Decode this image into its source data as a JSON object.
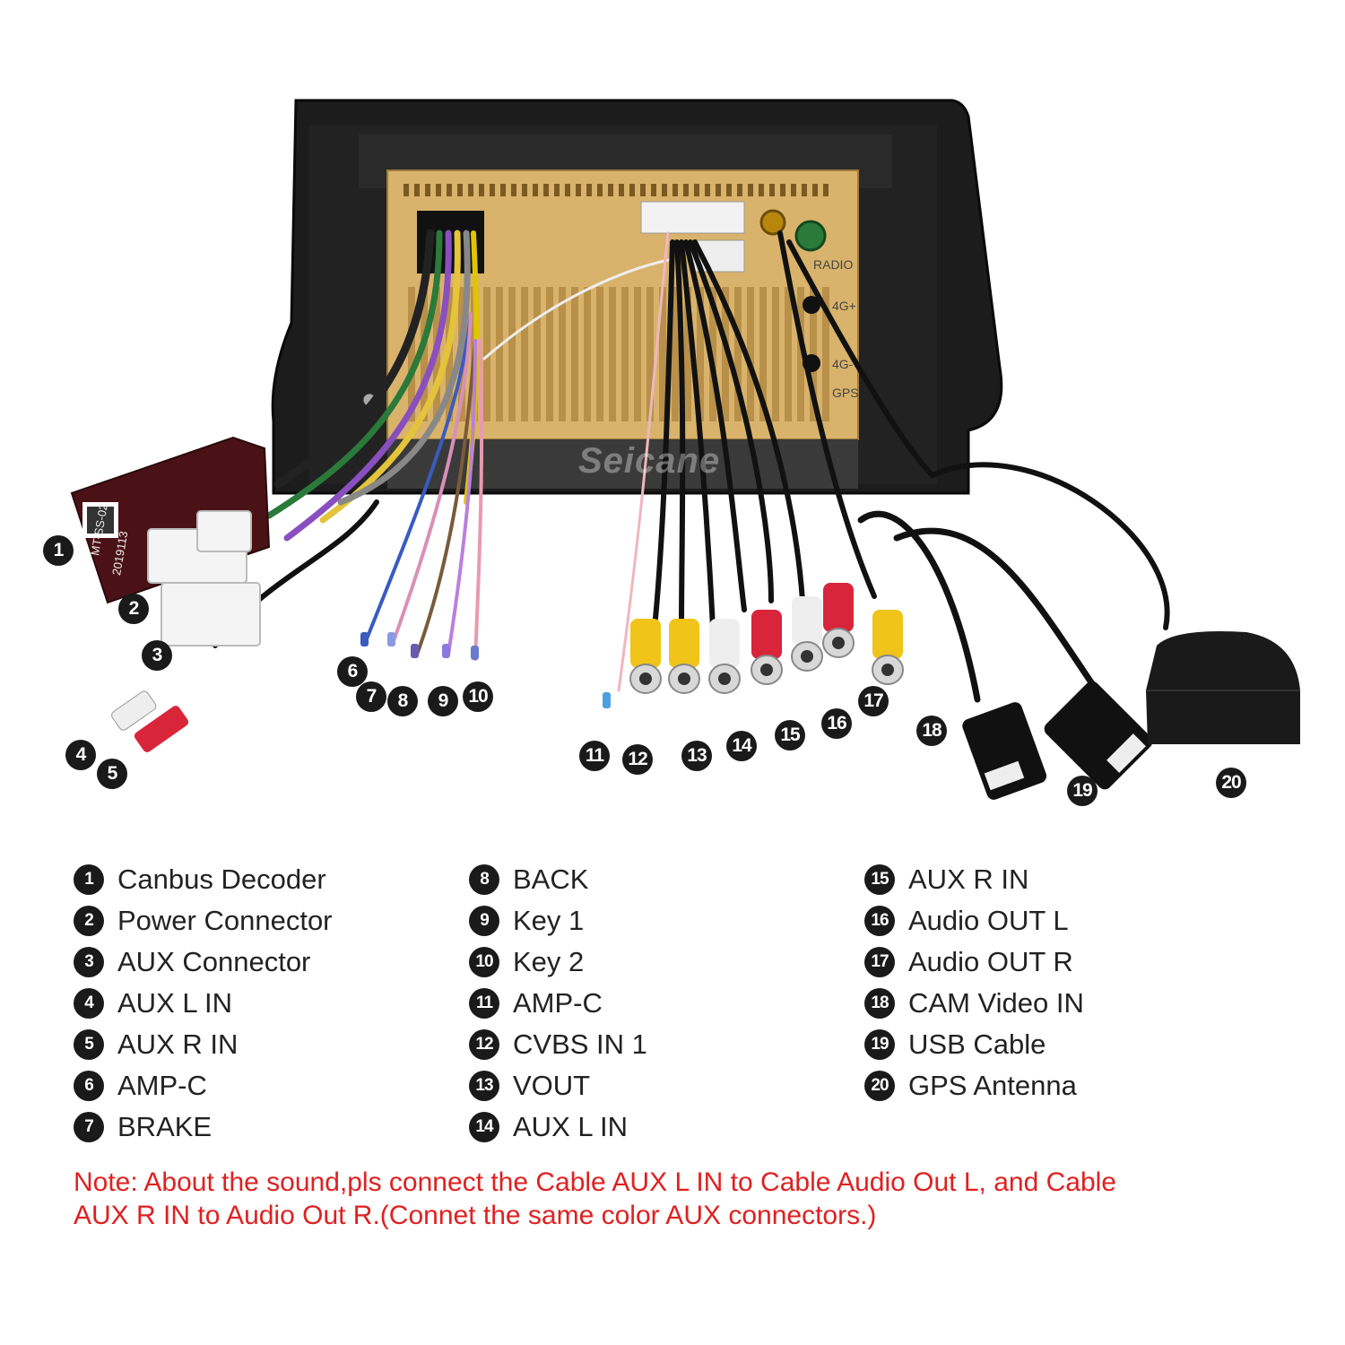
{
  "watermark": "Seicane",
  "device": {
    "port_labels": [
      "RADIO",
      "4G+",
      "4G-",
      "GPS"
    ],
    "decoder_label": "MT-SS-02",
    "decoder_date": "2019113"
  },
  "callouts": [
    "1",
    "2",
    "3",
    "4",
    "5",
    "6",
    "7",
    "8",
    "9",
    "10",
    "11",
    "12",
    "13",
    "14",
    "15",
    "16",
    "17",
    "18",
    "19",
    "20"
  ],
  "legend": {
    "col1": [
      {
        "num": "1",
        "label": "Canbus Decoder"
      },
      {
        "num": "2",
        "label": "Power Connector"
      },
      {
        "num": "3",
        "label": "AUX Connector"
      },
      {
        "num": "4",
        "label": "AUX L IN"
      },
      {
        "num": "5",
        "label": "AUX R IN"
      },
      {
        "num": "6",
        "label": "AMP-C"
      },
      {
        "num": "7",
        "label": "BRAKE"
      }
    ],
    "col2": [
      {
        "num": "8",
        "label": "BACK"
      },
      {
        "num": "9",
        "label": "Key 1"
      },
      {
        "num": "10",
        "label": "Key 2"
      },
      {
        "num": "11",
        "label": "AMP-C"
      },
      {
        "num": "12",
        "label": "CVBS IN 1"
      },
      {
        "num": "13",
        "label": "VOUT"
      },
      {
        "num": "14",
        "label": "AUX L IN"
      }
    ],
    "col3": [
      {
        "num": "15",
        "label": "AUX R IN"
      },
      {
        "num": "16",
        "label": "Audio OUT L"
      },
      {
        "num": "17",
        "label": "Audio OUT R"
      },
      {
        "num": "18",
        "label": "CAM Video IN"
      },
      {
        "num": "19",
        "label": "USB Cable"
      },
      {
        "num": "20",
        "label": "GPS Antenna"
      }
    ]
  },
  "note": {
    "line1": "Note: About the sound,pls connect the Cable AUX L IN to Cable Audio Out L, and Cable",
    "line2": "AUX R IN to  Audio Out R.(Connet the same color AUX connectors.)"
  },
  "colors": {
    "note_red": "#e02020",
    "gold_panel": "#d9b36b",
    "frame": "#1b1b1b",
    "rca_yellow": "#f0c419",
    "rca_red": "#d9253a",
    "rca_white": "#eeeeee"
  }
}
